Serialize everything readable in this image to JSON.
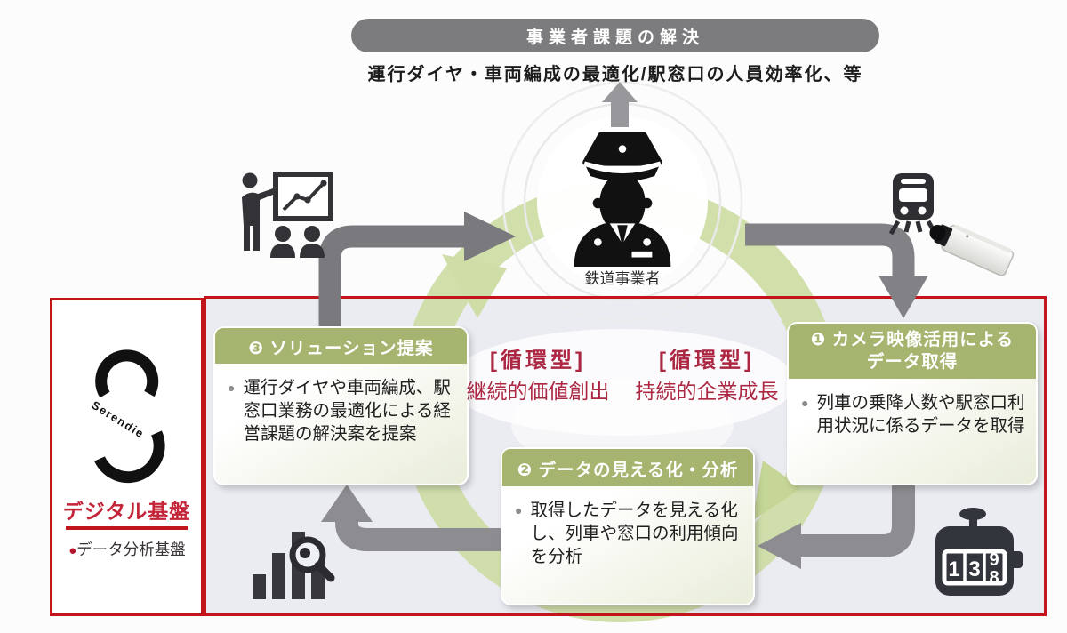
{
  "header": {
    "pill_label": "事業者課題の解決",
    "subtitle": "運行ダイヤ・車両編成の最適化/駅窓口の人員効率化、等"
  },
  "actor": {
    "label": "鉄道事業者"
  },
  "cycle": {
    "left_tag": "[循環型]",
    "left_text": "継続的価値創出",
    "right_tag": "[循環型]",
    "right_text": "持続的企業成長"
  },
  "sidebar": {
    "logo_text": "Serendie",
    "title": "デジタル基盤",
    "bullet": "●",
    "item": "データ分析基盤"
  },
  "boxes": {
    "box1": {
      "number": "❶",
      "header_line1": "カメラ映像活用による",
      "header_line2": "データ取得",
      "bullet": "●",
      "body": "列車の乗降人数や駅窓口利用状況に係るデータを取得"
    },
    "box2": {
      "number": "❷",
      "header": "データの見える化・分析",
      "bullet": "●",
      "body": "取得したデータを見える化し、列車や窓口の利用傾向を分析"
    },
    "box3": {
      "number": "❸",
      "header": "ソリューション提案",
      "bullet": "●",
      "body": "運行ダイヤや車両編成、駅窓口業務の最適化による経営課題の解決案を提案"
    }
  },
  "counter": {
    "digit1": "1",
    "digit2": "3",
    "digit3_top": "9",
    "digit3_bottom": "8"
  },
  "icons": {
    "station-master-icon": "railway operator silhouette",
    "presenter-icon": "person presenting chart to audience",
    "train-icon": "train front view",
    "cctv-camera-icon": "box security camera",
    "barchart-magnifier-icon": "bar chart with magnifying glass",
    "tally-counter-icon": "hand tally counter",
    "up-arrow-icon": "arrow to solved issues",
    "cycle-arrows": "circular loop arrows"
  },
  "colors": {
    "red_border": "#c3161c",
    "maroon_text": "#ab2742",
    "green_header": "#a5b46e",
    "cycle_green": "#cfdda6",
    "arrow_gray": "#828286",
    "pill_gray": "#7c7c7f",
    "main_bg": "#eaecf2"
  }
}
